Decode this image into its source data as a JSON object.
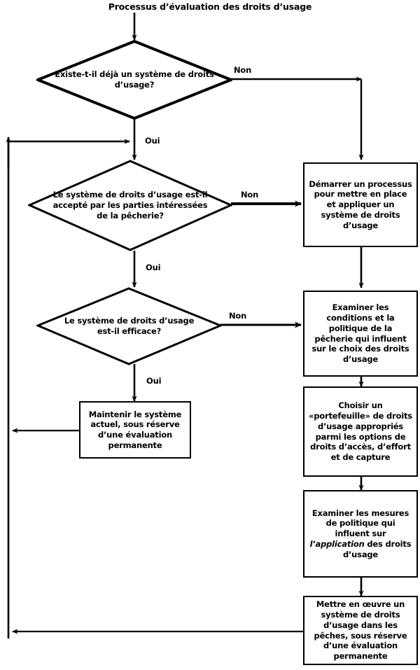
{
  "diagram": {
    "title": "Processus d’évaluation des droits d’usage",
    "type": "flowchart",
    "language": "fr",
    "colors": {
      "stroke": "#000000",
      "fill": "#ffffff",
      "text": "#000000"
    },
    "decisions": [
      {
        "id": "d1",
        "text": "Existe-t-il déjà un système de droits d’usage?",
        "yes_label": "Oui",
        "no_label": "Non"
      },
      {
        "id": "d2",
        "text": "Le système de droits d’usage est-il accepté par les parties intéressées de la pêcherie?",
        "yes_label": "Oui",
        "no_label": "Non"
      },
      {
        "id": "d3",
        "text": "Le système de droits d’usage est-il efficace?",
        "yes_label": "Oui",
        "no_label": "Non"
      }
    ],
    "processes": [
      {
        "id": "p_maintain",
        "text": "Maintenir le système actuel, sous réserve d’une évaluation permanente"
      },
      {
        "id": "p_start",
        "text": "Démarrer un processus pour mettre en place et appliquer un système de droits d’usage"
      },
      {
        "id": "p_examine_conditions",
        "text": "Examiner les conditions et la politique de la pêcherie qui influent sur le choix des droits d’usage"
      },
      {
        "id": "p_choose",
        "text": "Choisir un «portefeuille» de droits d’usage appropriés parmi les options de droits d’accès, d’effort et de capture"
      },
      {
        "id": "p_examine_policy_pre",
        "text": "Examiner les mesures de politique qui influent sur ",
        "emphasis": "l’application",
        "text_post": " des droits d’usage"
      },
      {
        "id": "p_implement",
        "text": "Mettre en œuvre un système de droits d’usage dans les pêches, sous réserve d’une évaluation permanente"
      }
    ],
    "edge_labels": {
      "d1_no": "Non",
      "d1_yes": "Oui",
      "d2_no": "Non",
      "d2_yes": "Oui",
      "d3_no": "Non",
      "d3_yes": "Oui"
    }
  }
}
